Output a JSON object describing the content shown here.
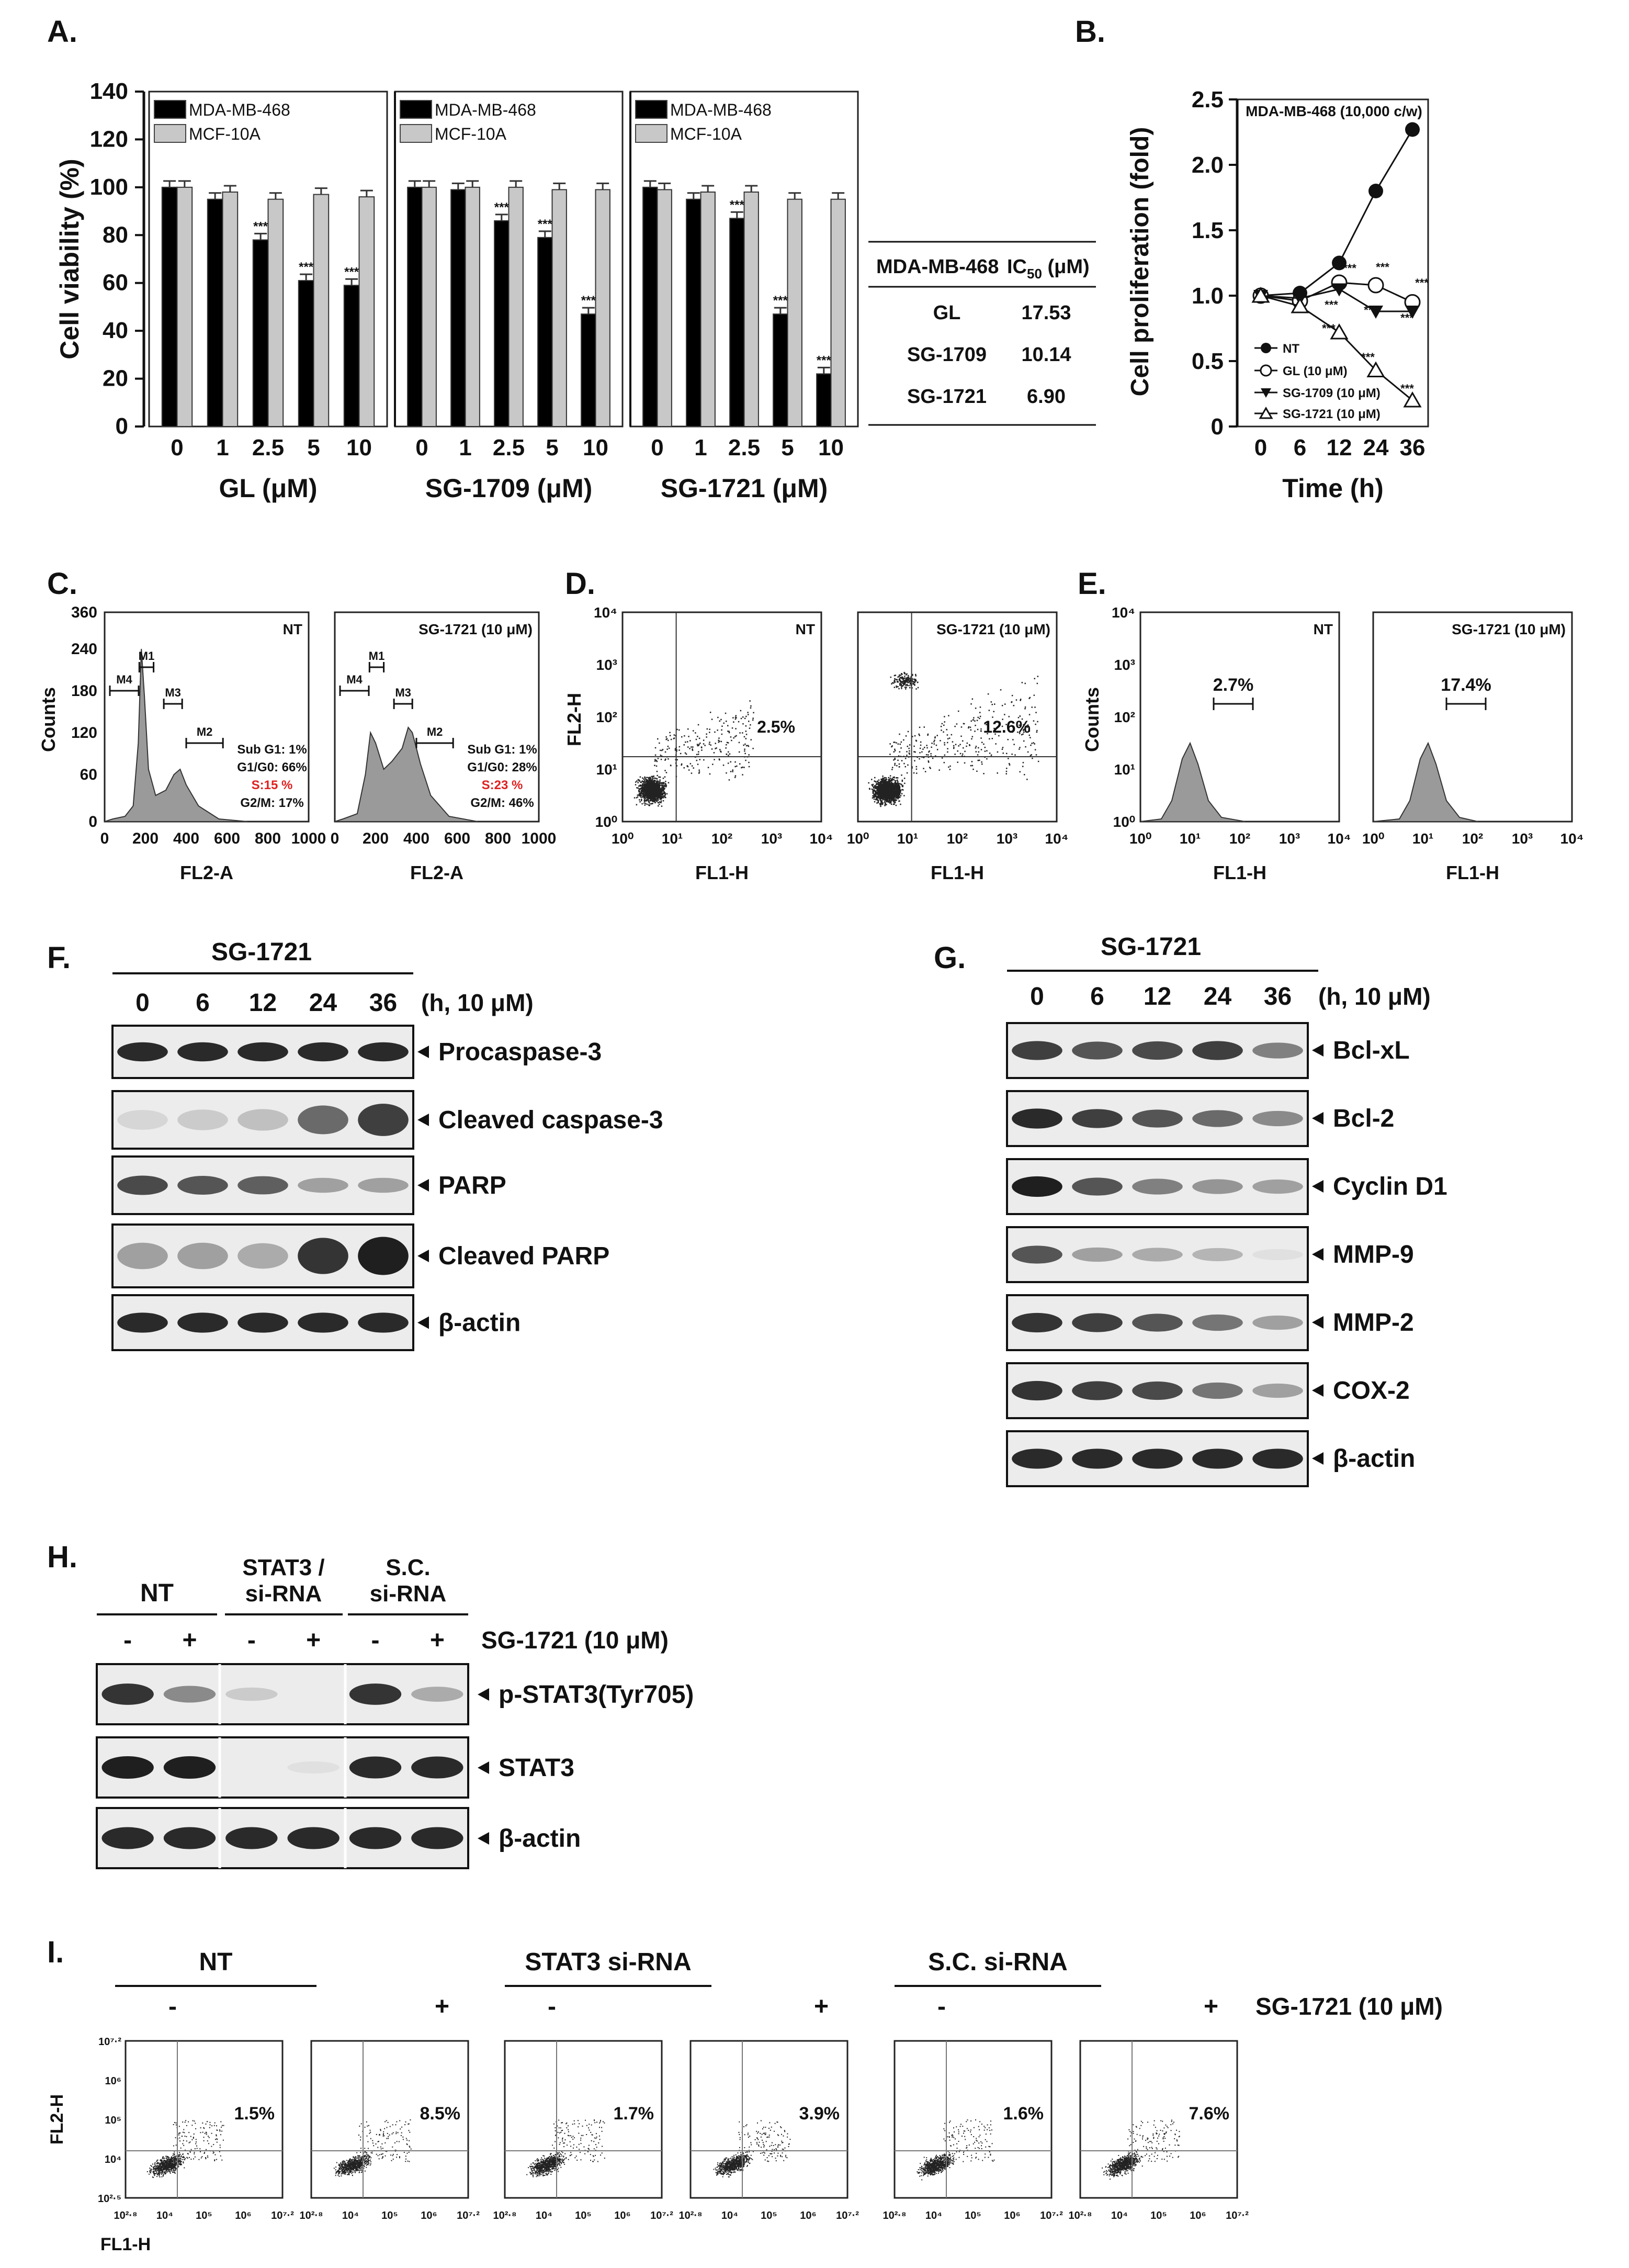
{
  "panels": {
    "A": {
      "letter": "A.",
      "ylabel": "Cell viability (%)",
      "yticks": [
        "0",
        "20",
        "40",
        "60",
        "80",
        "100",
        "120",
        "140"
      ],
      "legend": [
        "MDA-MB-468",
        "MCF-10A"
      ],
      "xticks": [
        "0",
        "1",
        "2.5",
        "5",
        "10"
      ],
      "sig": "***",
      "table": {
        "header_name": "MDA-MB-468",
        "header_ic": "IC",
        "header_sub": "50",
        "header_unit": " (μM)",
        "rows": [
          {
            "name": "GL",
            "value": "17.53"
          },
          {
            "name": "SG-1709",
            "value": "10.14"
          },
          {
            "name": "SG-1721",
            "value": "6.90"
          }
        ]
      }
    },
    "B": {
      "letter": "B.",
      "ylabel": "Cell proliferation (fold)",
      "xlabel": "Time (h)",
      "title": "MDA-MB-468 (10,000 c/w)",
      "yticks": [
        "0",
        "0.5",
        "1.0",
        "1.5",
        "2.0",
        "2.5"
      ],
      "xticks": [
        "0",
        "6",
        "12",
        "24",
        "36"
      ],
      "legend": [
        "NT",
        "GL (10 μM)",
        "SG-1709 (10 μM)",
        "SG-1721 (10 μM)"
      ],
      "sig": "***"
    },
    "C": {
      "letter": "C.",
      "ylabel": "Counts",
      "xlabel": "FL2-A",
      "yticks": [
        "0",
        "60",
        "120",
        "180",
        "240",
        "360"
      ],
      "xticks": [
        "0",
        "200",
        "400",
        "600",
        "800",
        "1000"
      ],
      "plots": [
        {
          "label": "NT",
          "stats": [
            "Sub G1: 1%",
            "G1/G0: 66%",
            "S:15 %",
            "G2/M: 17%"
          ]
        },
        {
          "label": "SG-1721 (10 μM)",
          "stats": [
            "Sub G1: 1%",
            "G1/G0: 28%",
            "S:23 %",
            "G2/M: 46%"
          ]
        }
      ],
      "markers": [
        "M1",
        "M2",
        "M3",
        "M4"
      ]
    },
    "D": {
      "letter": "D.",
      "ylabel": "FL2-H",
      "xlabel": "FL1-H",
      "plots": [
        {
          "label": "NT",
          "pct": "2.5%"
        },
        {
          "label": "SG-1721 (10 μM)",
          "pct": "12.6%"
        }
      ]
    },
    "E": {
      "letter": "E.",
      "ylabel": "Counts",
      "xlabel": "FL1-H",
      "plots": [
        {
          "label": "NT",
          "pct": "2.7%"
        },
        {
          "label": "SG-1721 (10 μM)",
          "pct": "17.4%"
        }
      ]
    },
    "F": {
      "letter": "F.",
      "treatment": "SG-1721",
      "times": [
        "0",
        "6",
        "12",
        "24",
        "36"
      ],
      "unit": "(h, 10 μM)",
      "bands": [
        "Procaspase-3",
        "Cleaved caspase-3",
        "PARP",
        "Cleaved PARP",
        "β-actin"
      ]
    },
    "G": {
      "letter": "G.",
      "treatment": "SG-1721",
      "times": [
        "0",
        "6",
        "12",
        "24",
        "36"
      ],
      "unit": "(h, 10 μM)",
      "bands": [
        "Bcl-xL",
        "Bcl-2",
        "Cyclin D1",
        "MMP-9",
        "MMP-2",
        "COX-2",
        "β-actin"
      ]
    },
    "H": {
      "letter": "H.",
      "groups": [
        "NT",
        "STAT3 /",
        "si-RNA",
        "S.C.",
        "si-RNA"
      ],
      "signs": [
        "-",
        "+",
        "-",
        "+",
        "-",
        "+"
      ],
      "treatment": "SG-1721 (10 μM)",
      "bands": [
        "p-STAT3(Tyr705)",
        "STAT3",
        "β-actin"
      ]
    },
    "I": {
      "letter": "I.",
      "groups": [
        "NT",
        "STAT3 si-RNA",
        "S.C. si-RNA"
      ],
      "signs": [
        "-",
        "+",
        "-",
        "+",
        "-",
        "+"
      ],
      "treatment": "SG-1721 (10 μM)",
      "ylabel": "FL2-H",
      "xlabel": "FL1-H",
      "pcts": [
        "1.5%",
        "8.5%",
        "1.7%",
        "3.9%",
        "1.6%",
        "7.6%"
      ]
    }
  },
  "chart_data": [
    {
      "type": "bar",
      "panel": "A-GL",
      "xlabel": "GL (μM)",
      "ylabel": "Cell viability (%)",
      "ylim": [
        0,
        140
      ],
      "categories": [
        "0",
        "1",
        "2.5",
        "5",
        "10"
      ],
      "series": [
        {
          "name": "MDA-MB-468",
          "values": [
            100,
            95,
            78,
            61,
            59
          ],
          "color": "#000000"
        },
        {
          "name": "MCF-10A",
          "values": [
            100,
            98,
            95,
            97,
            96
          ],
          "color": "#c8c8c8"
        }
      ],
      "significance": [
        null,
        null,
        "***",
        "***",
        "***"
      ]
    },
    {
      "type": "bar",
      "panel": "A-SG1709",
      "xlabel": "SG-1709 (μM)",
      "ylabel": "Cell viability (%)",
      "ylim": [
        0,
        140
      ],
      "categories": [
        "0",
        "1",
        "2.5",
        "5",
        "10"
      ],
      "series": [
        {
          "name": "MDA-MB-468",
          "values": [
            100,
            99,
            86,
            79,
            47
          ],
          "color": "#000000"
        },
        {
          "name": "MCF-10A",
          "values": [
            100,
            100,
            100,
            99,
            99
          ],
          "color": "#c8c8c8"
        }
      ],
      "significance": [
        null,
        null,
        "***",
        "***",
        "***"
      ]
    },
    {
      "type": "bar",
      "panel": "A-SG1721",
      "xlabel": "SG-1721 (μM)",
      "ylabel": "Cell viability (%)",
      "ylim": [
        0,
        140
      ],
      "categories": [
        "0",
        "1",
        "2.5",
        "5",
        "10"
      ],
      "series": [
        {
          "name": "MDA-MB-468",
          "values": [
            100,
            95,
            87,
            47,
            22
          ],
          "color": "#000000"
        },
        {
          "name": "MCF-10A",
          "values": [
            99,
            98,
            98,
            95,
            95
          ],
          "color": "#c8c8c8"
        }
      ],
      "significance": [
        null,
        null,
        "***",
        "***",
        "***"
      ]
    },
    {
      "type": "line",
      "panel": "B",
      "xlabel": "Time (h)",
      "ylabel": "Cell proliferation (fold)",
      "ylim": [
        0,
        2.5
      ],
      "x": [
        "0",
        "6",
        "12",
        "24",
        "36"
      ],
      "series": [
        {
          "name": "NT",
          "values": [
            1.0,
            1.02,
            1.25,
            1.8,
            2.27
          ],
          "marker": "filled-circle"
        },
        {
          "name": "GL (10 μM)",
          "values": [
            1.0,
            0.96,
            1.1,
            1.08,
            0.95
          ],
          "marker": "open-circle"
        },
        {
          "name": "SG-1709 (10 μM)",
          "values": [
            1.0,
            0.98,
            1.05,
            0.88,
            0.88
          ],
          "marker": "filled-triangle-down"
        },
        {
          "name": "SG-1721 (10 μM)",
          "values": [
            1.0,
            0.92,
            0.72,
            0.43,
            0.2
          ],
          "marker": "open-triangle-up"
        }
      ]
    }
  ]
}
